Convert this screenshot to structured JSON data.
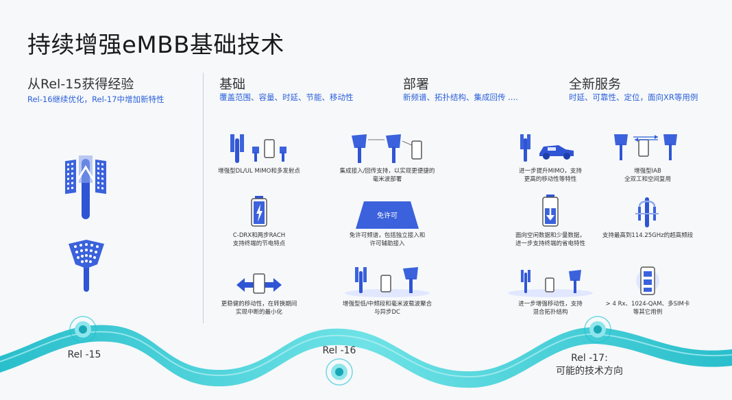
{
  "title": "持续增强eMBB基础技术",
  "left": {
    "heading": "从Rel-15获得经验",
    "sub": "Rel-16继续优化，Rel-17中增加新特性"
  },
  "columns": [
    {
      "heading": "基础",
      "sub": "覆盖范围、容量、时延、节能、移动性"
    },
    {
      "heading": "部署",
      "sub": "新频谱、拓扑结构、集成回传 ...."
    },
    {
      "heading": "全新服务",
      "sub": "时延、可靠性、定位，面向XR等用例"
    }
  ],
  "features": [
    {
      "icon": "mimo-antennas-icon",
      "caption": "增强型DL/UL MIMO和多发射点"
    },
    {
      "icon": "integrated-backhaul-icon",
      "caption": "集成接入/回传支持，以实现更便捷的\n毫米波部署"
    },
    {
      "icon": "car-mimo-icon",
      "caption": "进一步提升MIMO，支持\n更高的移动性等特性"
    },
    {
      "icon": "iab-icon",
      "caption": "增强型IAB\n全双工和空间复用"
    },
    {
      "icon": "battery-icon",
      "caption": "C-DRX和两步RACH\n支持终端的节电特点"
    },
    {
      "icon": "unlicensed-icon",
      "caption": "免许可频谱，包括独立接入和\n许可辅助接入",
      "badge": "免许可"
    },
    {
      "icon": "low-battery-icon",
      "caption": "面向空闲数据和少量数据，\n进一步支持终端的省电特性"
    },
    {
      "icon": "high-band-icon",
      "caption": "支持最高到114.25GHz的超高频段"
    },
    {
      "icon": "mobility-arrows-icon",
      "caption": "更稳健的移动性，在转换期间\n实现中断的最小化"
    },
    {
      "icon": "carrier-aggregation-icon",
      "caption": "增强型低/中频段和毫米波载波聚合\n与异步DC"
    },
    {
      "icon": "hybrid-topology-icon",
      "caption": "进一步增强移动性，支持\n混合拓扑结构"
    },
    {
      "icon": "multi-sim-icon",
      "caption": "> 4 Rx、1024-QAM、多SIM卡\n等其它用例"
    }
  ],
  "releases": [
    {
      "label": "Rel -15"
    },
    {
      "label": "Rel -16"
    },
    {
      "label": "Rel -17:\n可能的技术方向"
    }
  ],
  "colors": {
    "accent": "#2b5fd9",
    "icon_blue": "#2f55d4",
    "wave": "#19c3d0"
  }
}
